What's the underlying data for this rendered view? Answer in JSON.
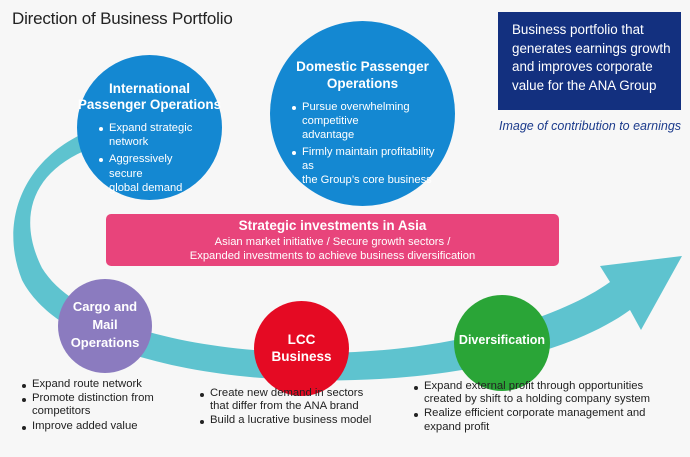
{
  "title": "Direction of Business Portfolio",
  "summary": {
    "lines": [
      "Business portfolio that",
      "generates earnings growth",
      "and improves corporate",
      "value for the ANA Group"
    ],
    "caption": "Image of contribution to earnings"
  },
  "colors": {
    "passenger_circles": "#1488d2",
    "cargo_circle": "#8b7bbf",
    "lcc_circle": "#e50a23",
    "diversification_circle": "#2aa537",
    "asia_bar": "#e8447b",
    "flow_arrow": "#5ec3cf",
    "summary_box": "#13307f"
  },
  "international": {
    "title_lines": [
      "International",
      "Passenger Operations"
    ],
    "bullets": [
      [
        "Expand strategic",
        "network"
      ],
      [
        "Aggressively secure",
        "global demand"
      ]
    ]
  },
  "domestic": {
    "title_lines": [
      "Domestic Passenger",
      "Operations"
    ],
    "bullets": [
      [
        "Pursue overwhelming competitive",
        "advantage"
      ],
      [
        "Firmly maintain profitability as",
        "the Group’s core business"
      ]
    ]
  },
  "asia": {
    "title": "Strategic investments in Asia",
    "line1": "Asian market initiative / Secure growth sectors /",
    "line2": "Expanded investments to achieve business diversification"
  },
  "cargo": {
    "title_lines": [
      "Cargo and",
      "Mail",
      "Operations"
    ],
    "bullets": [
      [
        "Expand route network"
      ],
      [
        "Promote distinction from",
        "competitors"
      ],
      [
        "Improve added value"
      ]
    ]
  },
  "lcc": {
    "title_lines": [
      "LCC",
      "Business"
    ],
    "bullets": [
      [
        "Create new demand in sectors",
        "that differ from the ANA brand"
      ],
      [
        "Build a lucrative business model"
      ]
    ]
  },
  "diversification": {
    "title_lines": [
      "Diversification"
    ],
    "bullets": [
      [
        "Expand external profit through opportunities",
        "created by shift to a holding company system"
      ],
      [
        "Realize efficient corporate management and",
        "expand profit"
      ]
    ]
  }
}
